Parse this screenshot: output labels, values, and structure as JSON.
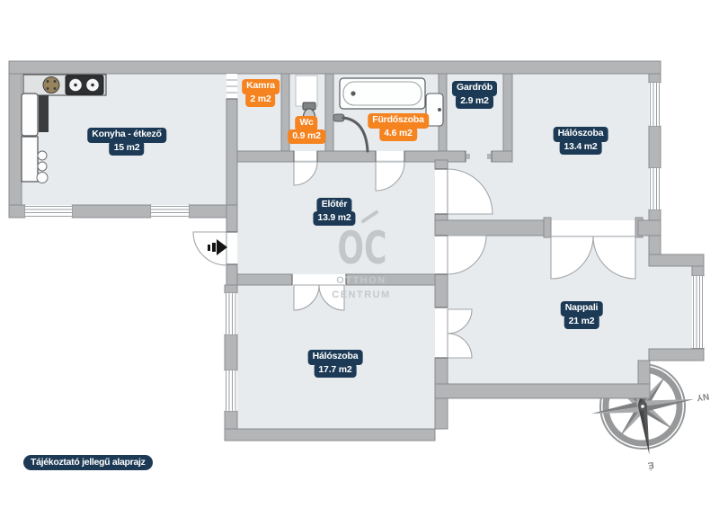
{
  "rooms": [
    {
      "name": "Konyha - étkező",
      "area": "15 m2",
      "style": "navy"
    },
    {
      "name": "Kamra",
      "area": "2 m2",
      "style": "orange"
    },
    {
      "name": "Wc",
      "area": "0.9 m2",
      "style": "orange"
    },
    {
      "name": "Fürdőszoba",
      "area": "4.6 m2",
      "style": "orange"
    },
    {
      "name": "Gardrób",
      "area": "2.9 m2",
      "style": "navy"
    },
    {
      "name": "Hálószoba",
      "area": "13.4 m2",
      "style": "navy"
    },
    {
      "name": "Előtér",
      "area": "13.9 m2",
      "style": "navy"
    },
    {
      "name": "Nappali",
      "area": "21 m2",
      "style": "navy"
    },
    {
      "name": "Hálószoba",
      "area": "17.7 m2",
      "style": "navy"
    }
  ],
  "disclaimer": "Tájékoztató jellegű alaprajz",
  "watermark": {
    "logo": "OC",
    "line1": "OTTHON",
    "line2": "CENTRUM"
  },
  "compass": {
    "west": "NY",
    "north": "É"
  },
  "colors": {
    "navy": "#1c3a55",
    "orange": "#f5831f",
    "wall": "#b3b5b7",
    "floor": "#e8ebee"
  }
}
